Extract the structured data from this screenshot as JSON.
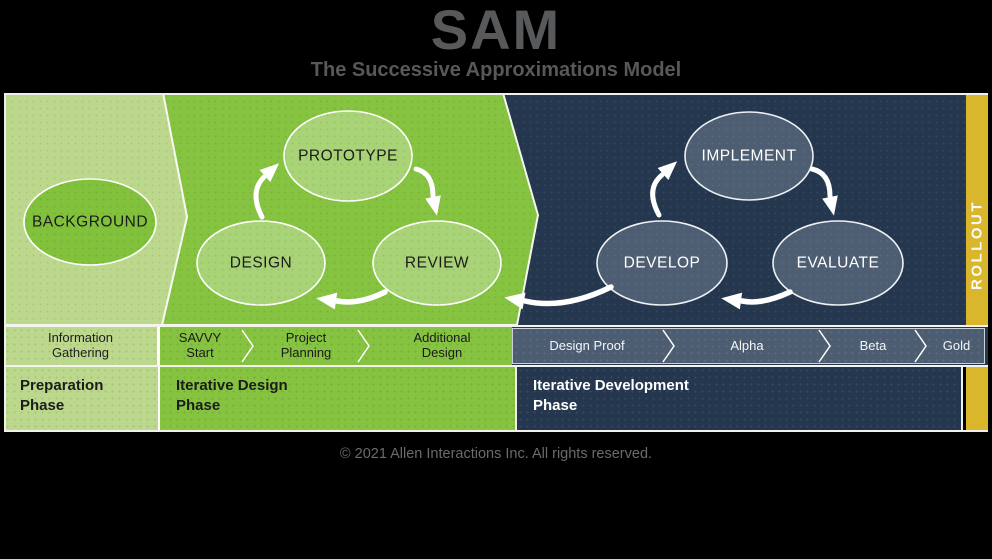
{
  "title": "SAM",
  "subtitle": "The Successive Approximations Model",
  "copyright": "© 2021 Allen Interactions Inc. All rights reserved.",
  "rollout_label": "ROLLOUT",
  "nodes": {
    "background": "BACKGROUND",
    "prototype": "PROTOTYPE",
    "design": "DESIGN",
    "review": "REVIEW",
    "implement": "IMPLEMENT",
    "develop": "DEVELOP",
    "evaluate": "EVALUATE"
  },
  "timeline": {
    "information_gathering": "Information\nGathering",
    "savvy_start": "SAVVY\nStart",
    "project_planning": "Project\nPlanning",
    "additional_design": "Additional\nDesign",
    "design_proof": "Design Proof",
    "alpha": "Alpha",
    "beta": "Beta",
    "gold": "Gold"
  },
  "phases": {
    "preparation": "Preparation\nPhase",
    "iterative_design": "Iterative Design\nPhase",
    "iterative_development": "Iterative Development\nPhase"
  },
  "colors": {
    "light_green": "#bcd88c",
    "green": "#85c340",
    "green_ellipse": "#a9d377",
    "navy": "#24374e",
    "slate": "#4d5d71",
    "gold": "#d9b62b",
    "title_gray": "#58595b",
    "footer_gray": "#6a6b6d"
  }
}
